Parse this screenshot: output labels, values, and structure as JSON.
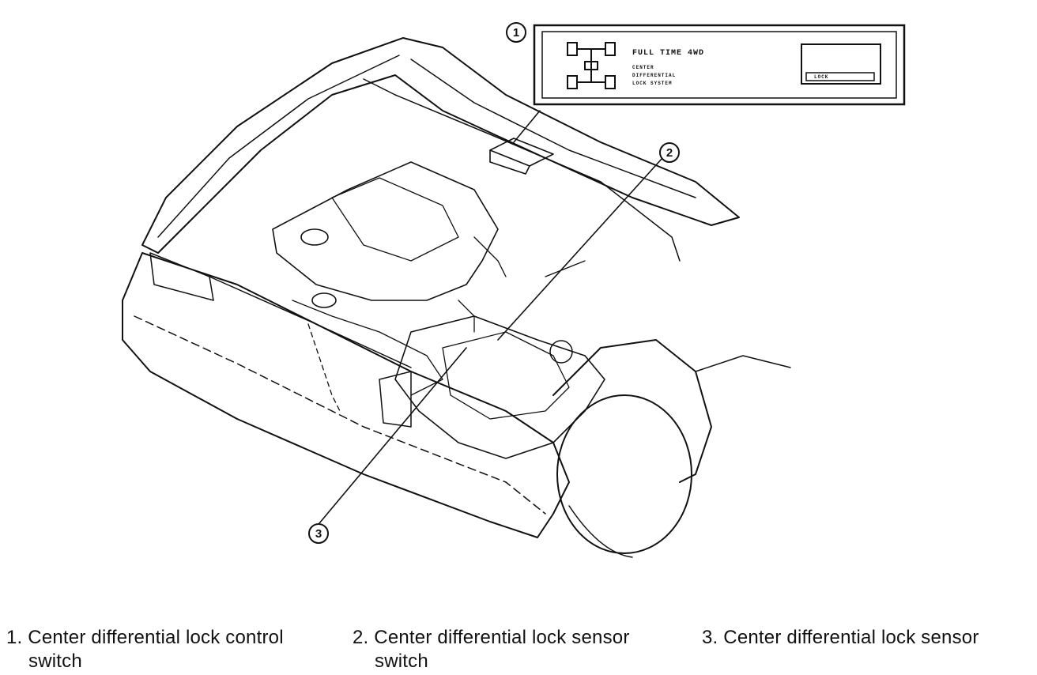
{
  "callouts": {
    "one": "1",
    "two": "2",
    "three": "3"
  },
  "switch_panel": {
    "title": "FULL TIME 4WD",
    "line2": "CENTER",
    "line3": "DIFFERENTIAL",
    "line4": "LOCK SYSTEM",
    "indicator_label": "LOCK"
  },
  "legend": [
    {
      "num": "1.",
      "line1": "Center differential lock control",
      "line2": "switch"
    },
    {
      "num": "2.",
      "line1": "Center differential lock sensor",
      "line2": "switch"
    },
    {
      "num": "3.",
      "line1": "Center differential lock sensor",
      "line2": ""
    }
  ]
}
